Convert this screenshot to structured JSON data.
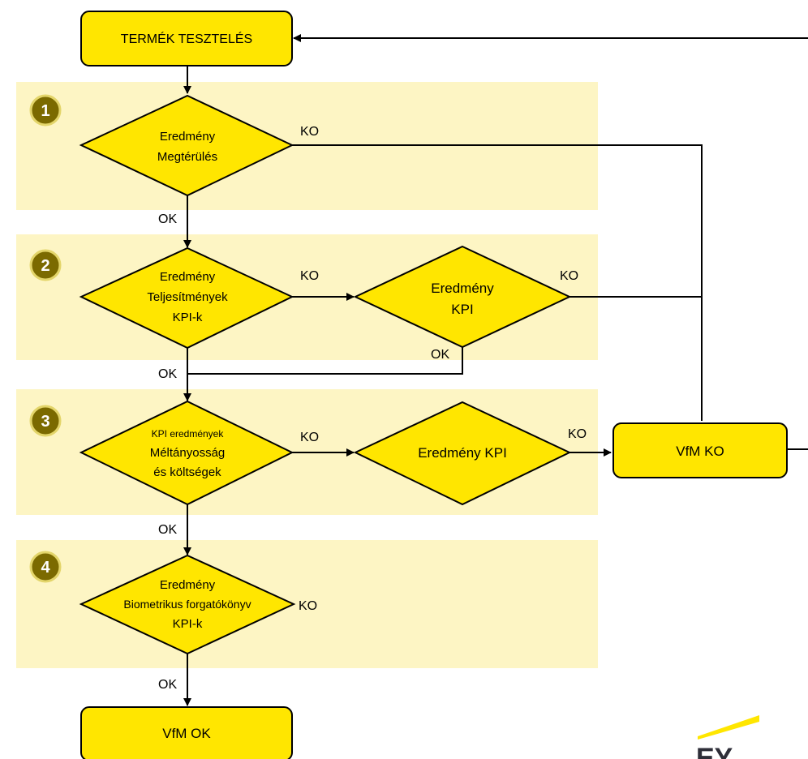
{
  "colors": {
    "band": "#fdf5c4",
    "node_fill": "#ffe600",
    "node_stroke": "#000000",
    "badge_fill": "#7b6a00",
    "logo_dark": "#2e2e38",
    "logo_yellow": "#ffe600"
  },
  "stages": [
    {
      "number": "1"
    },
    {
      "number": "2"
    },
    {
      "number": "3"
    },
    {
      "number": "4"
    }
  ],
  "nodes": {
    "start": {
      "label": "TERMÉK TESZTELÉS"
    },
    "d1": {
      "lines": [
        "Eredmény",
        "Megtérülés"
      ]
    },
    "d2": {
      "lines": [
        "Eredmény",
        "Teljesítmények",
        "KPI-k"
      ]
    },
    "d2b": {
      "lines": [
        "Eredmény",
        "KPI"
      ]
    },
    "d3": {
      "lines": [
        "KPI eredmények",
        "Méltányosság",
        "és költségek"
      ]
    },
    "d3b": {
      "lines": [
        "Eredmény KPI"
      ]
    },
    "d4": {
      "lines": [
        "Eredmény",
        "Biometrikus forgatókönyv",
        "KPI-k"
      ]
    },
    "vfm_ko": {
      "label": "VfM KO"
    },
    "vfm_ok": {
      "label": "VfM OK"
    }
  },
  "edge_labels": {
    "d1_ko": "KO",
    "d1_ok": "OK",
    "d2_ko": "KO",
    "d2b_ko": "KO",
    "d2b_ok": "OK",
    "d2_ok": "OK",
    "d3_ko": "KO",
    "d3b_ko": "KO",
    "d3_ok": "OK",
    "d4_ko": "KO",
    "d4_ok": "OK"
  },
  "logo": {
    "text": "EY"
  }
}
